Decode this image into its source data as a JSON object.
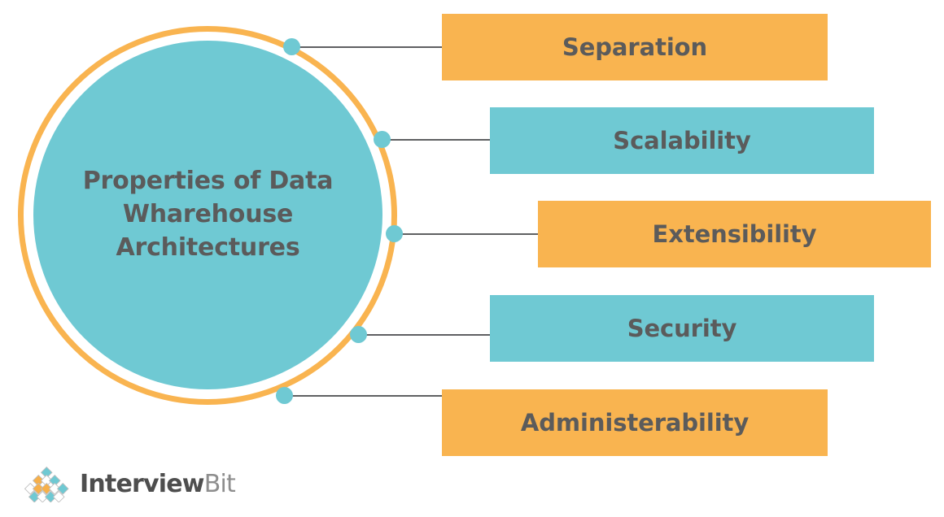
{
  "diagram": {
    "type": "radial-list",
    "center": {
      "text": "Properties of Data Wharehouse Architectures",
      "line1": "Properties of Data",
      "line2": "Wharehouse",
      "line3": "Architectures",
      "fill_color": "#6FC9D3",
      "ring_color": "#F9B450",
      "text_color": "#5B5B5B"
    },
    "connector": {
      "dot_color": "#6FC9D3",
      "line_color": "#5F6062"
    },
    "items": [
      {
        "label": "Separation",
        "color": "#F9B450",
        "color_name": "orange"
      },
      {
        "label": "Scalability",
        "color": "#6FC9D3",
        "color_name": "teal"
      },
      {
        "label": "Extensibility",
        "color": "#F9B450",
        "color_name": "orange"
      },
      {
        "label": "Security",
        "color": "#6FC9D3",
        "color_name": "teal"
      },
      {
        "label": "Administerability",
        "color": "#F9B450",
        "color_name": "orange"
      }
    ]
  },
  "branding": {
    "name_bold": "Interview",
    "name_light": "Bit",
    "mark_colors": {
      "teal": "#6FC9D3",
      "orange": "#F7B04A",
      "outline": "#BFBFBF"
    }
  }
}
